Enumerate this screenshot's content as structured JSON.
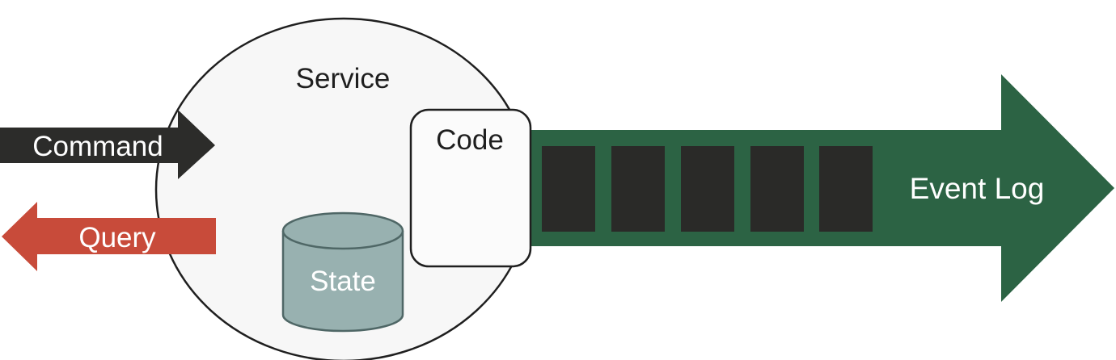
{
  "diagram": {
    "service_label": "Service",
    "code_label": "Code",
    "state_label": "State",
    "command_label": "Command",
    "query_label": "Query",
    "event_log_label": "Event Log",
    "event_blocks": 5
  },
  "colors": {
    "service_fill": "#f7f7f7",
    "outline": "#1f1f1f",
    "event_log_arrow": "#2c6344",
    "event_block": "#2a2a28",
    "command_arrow": "#2c2c2a",
    "query_arrow": "#c84b3a",
    "state_cylinder": "#98b1b0",
    "code_box": "#fbfbfb"
  }
}
